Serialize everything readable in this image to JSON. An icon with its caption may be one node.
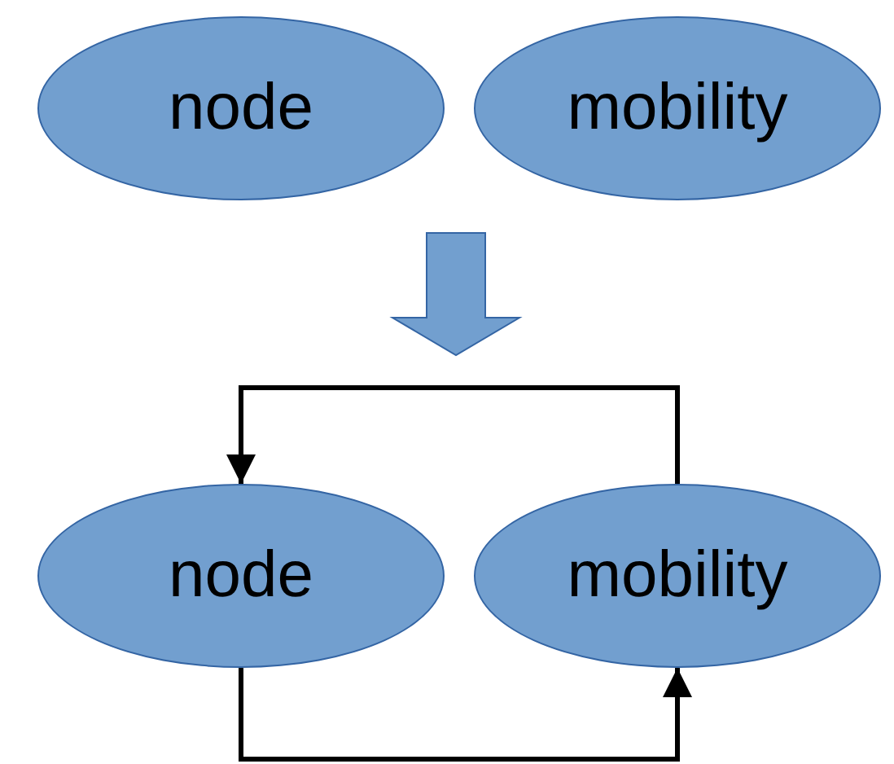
{
  "diagram": {
    "nodes": [
      {
        "text": [
          "node"
        ]
      },
      {
        "text": [
          "mobility"
        ]
      },
      {
        "text": [
          "node"
        ]
      },
      {
        "text": [
          "mobility"
        ]
      }
    ],
    "edges": [
      {
        "from": 3,
        "to": 2,
        "arrow": "to"
      },
      {
        "from": 2,
        "to": 3,
        "arrow": "to"
      }
    ]
  }
}
